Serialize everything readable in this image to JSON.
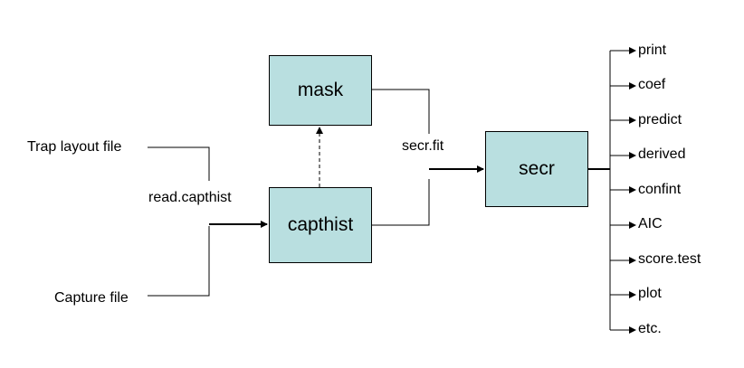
{
  "inputs": {
    "trap_layout": "Trap layout file",
    "capture": "Capture file"
  },
  "functions": {
    "read": "read.capthist",
    "fit": "secr.fit"
  },
  "boxes": {
    "mask": "mask",
    "capthist": "capthist",
    "secr": "secr"
  },
  "methods": [
    "print",
    "coef",
    "predict",
    "derived",
    "confint",
    "AIC",
    "score.test",
    "plot",
    "etc."
  ],
  "colors": {
    "box_fill": "#b9dfe0",
    "line": "#000000"
  }
}
